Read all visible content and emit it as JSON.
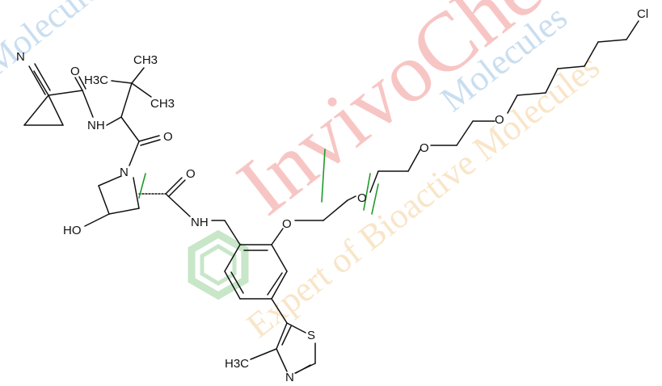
{
  "watermark": {
    "brand": "InvivoChem",
    "tagline_top": "Molecules",
    "tagline_left": "Expert of Bioactive Molecules",
    "tagline_right": "Molecules",
    "colors": {
      "brand": "#e0322b",
      "tagline_blue": "#3d88c9",
      "tagline_orange": "#e8a33a",
      "hex_green": "#3aa53a"
    }
  },
  "structure": {
    "colors": {
      "bond": "#111111",
      "cut_marks": "#1f9a2c"
    },
    "atoms": {
      "nitrile_n": "N",
      "amide1_o": "O",
      "amide1_nh": "NH",
      "ch3_top": "CH3",
      "ch3_left": "H3C",
      "ch3_right": "CH3",
      "amide2_o": "O",
      "pyrrolidine_n": "N",
      "amide3_o": "O",
      "hydroxyl": "HO",
      "amide3_nh": "NH",
      "ether_o1": "O",
      "ether_o2": "O",
      "ether_o3": "O",
      "ether_o4": "O",
      "chloro": "Cl",
      "thiazole_s": "S",
      "thiazole_n": "N",
      "ch3_thiazole": "H3C"
    }
  }
}
